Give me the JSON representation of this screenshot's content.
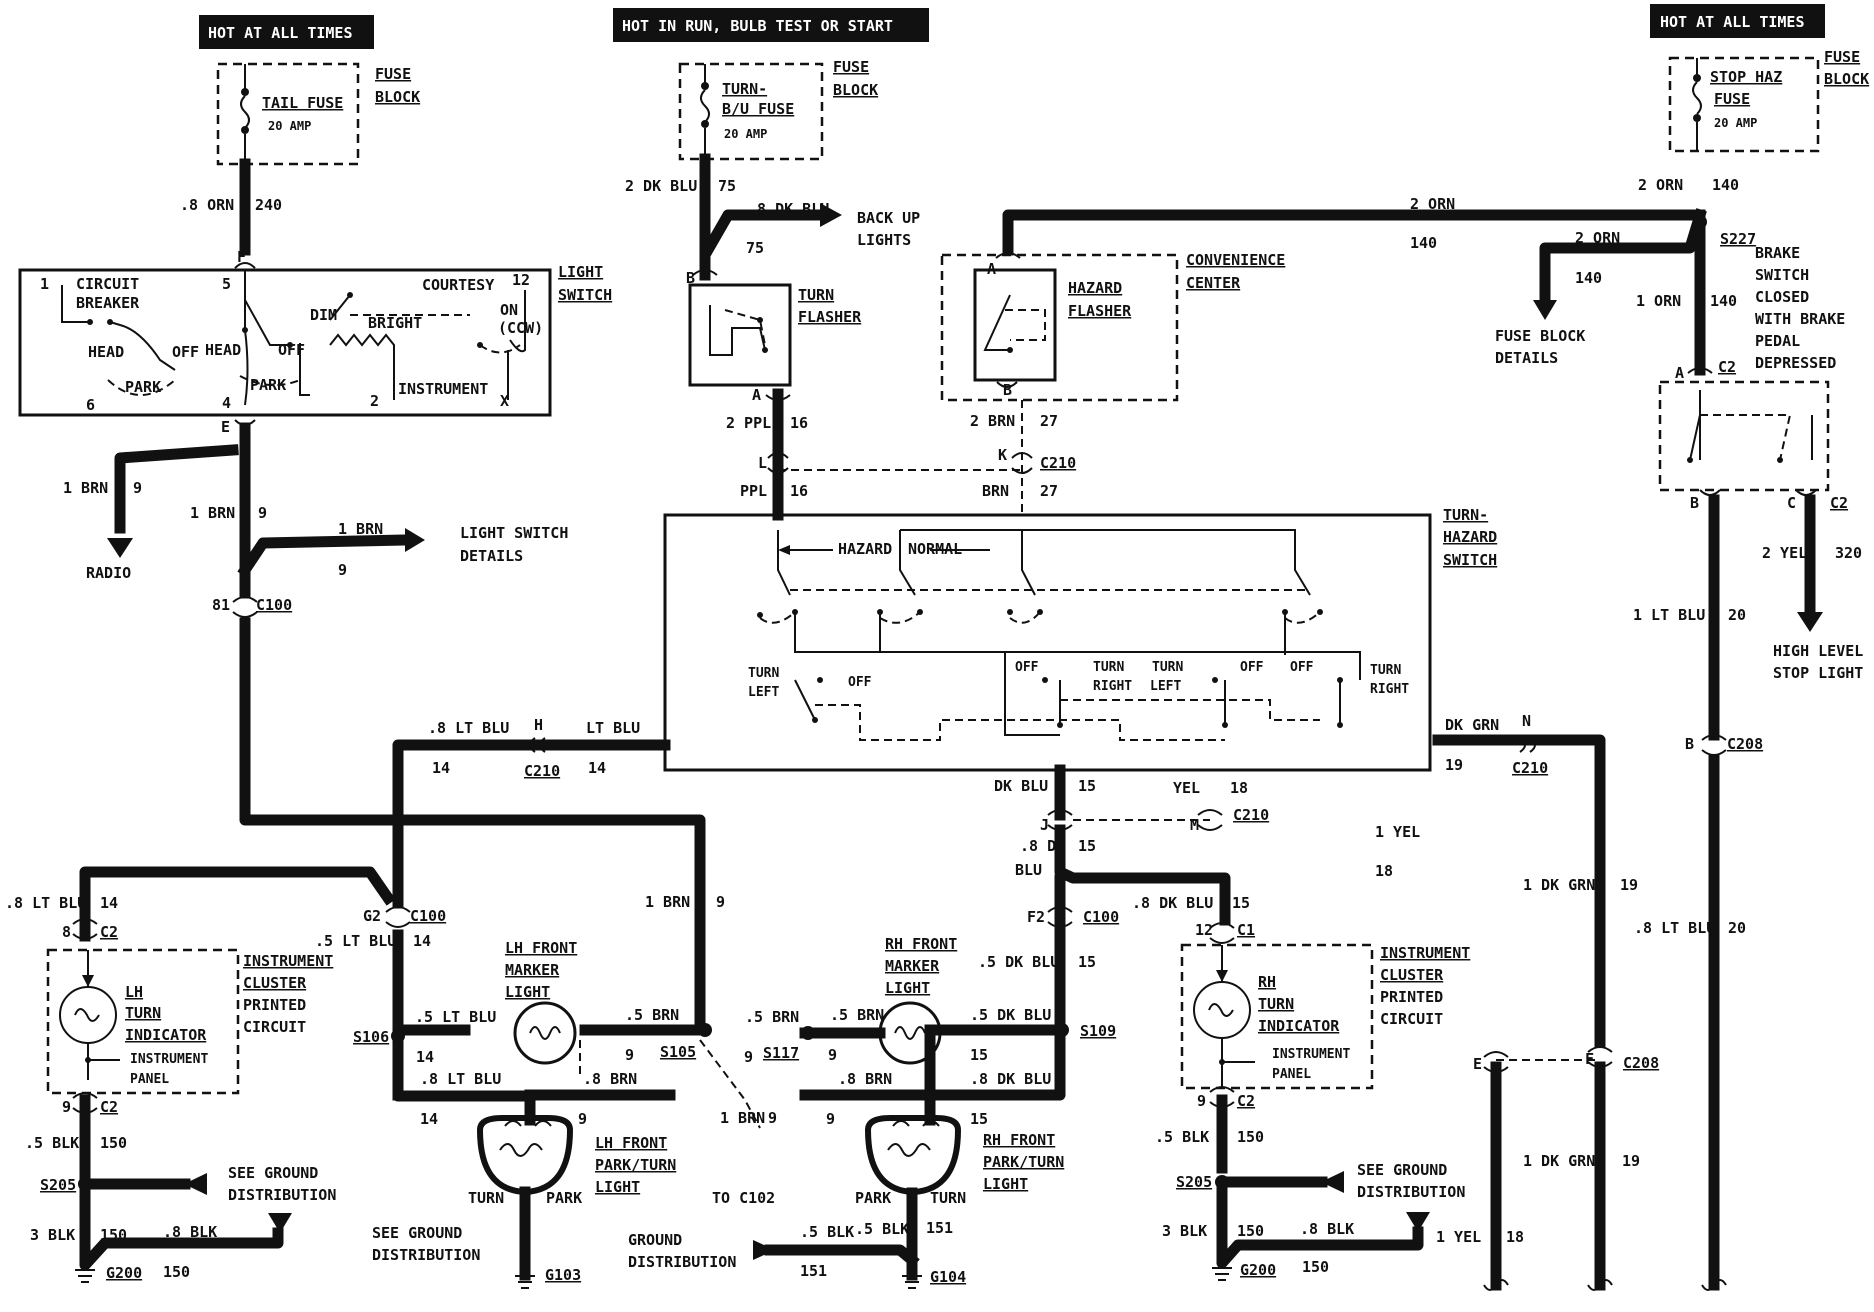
{
  "headers": {
    "hot_left": "HOT AT ALL TIMES",
    "hot_mid": "HOT IN RUN, BULB TEST OR START",
    "hot_right": "HOT AT ALL TIMES"
  },
  "tail_fuse": {
    "label_1": "FUSE",
    "label_2": "BLOCK",
    "name": "TAIL FUSE",
    "rating": "20 AMP"
  },
  "turn_fuse": {
    "label_1": "FUSE",
    "label_2": "BLOCK",
    "name_1": "TURN-",
    "name_2": "B/U FUSE",
    "rating": "20 AMP"
  },
  "stop_fuse": {
    "label_1": "FUSE",
    "label_2": "BLOCK",
    "name_1": "STOP HAZ",
    "name_2": "FUSE",
    "rating": "20 AMP"
  },
  "light_switch": {
    "title_1": "LIGHT",
    "title_2": "SWITCH",
    "circuit": "CIRCUIT",
    "breaker": "BREAKER",
    "head_l": "HEAD",
    "off_l": "OFF",
    "park_l": "PARK",
    "head_m": "HEAD",
    "off_m": "OFF",
    "park_m": "PARK",
    "dim": "DIM",
    "bright": "BRIGHT",
    "courtesy": "COURTESY",
    "on": "ON",
    "ccw": "(CCW)",
    "instrument": "INSTRUMENT",
    "pin_1": "1",
    "pin_5": "5",
    "pin_12": "12",
    "pin_6": "6",
    "pin_4": "4",
    "pin_2": "2",
    "pin_x": "X",
    "conn_f": "F",
    "conn_e": "E"
  },
  "wires": {
    "w240_gauge": ".8 ORN",
    "w240_num": "240",
    "w75_gauge": "2 DK BLU",
    "w75_num": "75",
    "w75b_gauge": ".8 DK BLU",
    "w75b_num": "75",
    "backup_1": "BACK UP",
    "backup_2": "LIGHTS",
    "w140_gauge": "2 ORN",
    "w140_num": "140",
    "w140_top_gauge": "2 ORN",
    "w140_top_num": "140",
    "w140_fb_gauge": "2 ORN",
    "w140_fb_num": "140",
    "fb_details_1": "FUSE BLOCK",
    "fb_details_2": "DETAILS",
    "w140_b_gauge": "1 ORN",
    "w140_b_num": "140",
    "w16_gauge": "2 PPL",
    "w16_num": "16",
    "w16b_gauge": "PPL",
    "w16b_num": "16",
    "w27_gauge": "2 BRN",
    "w27_num": "27",
    "w27b_gauge": "BRN",
    "w27b_num": "27",
    "w9_radio_gauge": "1 BRN",
    "w9_radio_num": "9",
    "radio": "RADIO",
    "w9_main_gauge": "1 BRN",
    "w9_main_num": "9",
    "w9_lsd_gauge": "1 BRN",
    "w9_lsd_num": "9",
    "lsd_1": "LIGHT SWITCH",
    "lsd_2": "DETAILS",
    "c100_81": "81",
    "c100": "C100",
    "w14_gauge": ".8 LT BLU",
    "w14_num": "14",
    "w14b_gauge": "LT BLU",
    "w14b_num": "14",
    "c210_h": "H",
    "c210": "C210",
    "w19_gauge": "DK GRN",
    "w19_num": "19",
    "c210_n": "N",
    "c210b": "C210",
    "w15_gauge": "DK BLU",
    "w15_num": "15",
    "w18_gauge": "YEL",
    "w18_num": "18",
    "c210_j": "J",
    "c210_m": "M",
    "c210c": "C210",
    "w18b_gauge": "1 YEL",
    "w18b_num": "18",
    "w15b_gauge_1": ".8 DK",
    "w15b_gauge_2": "BLU",
    "w15b_num": "15",
    "c100_f2": "F2",
    "c100b": "C100",
    "w15c_gauge": ".8 DK BLU",
    "w15c_num": "15",
    "w15d_gauge": ".5 DK BLU",
    "w15d_num": "15",
    "w9b_gauge": "1 BRN",
    "w9b_num": "9",
    "w14c_gauge": ".8 LT BLU",
    "w14c_num": "14",
    "c100_g2": "G2",
    "c100c": "C100",
    "w14d_gauge": ".5 LT BLU",
    "w14d_num": "14",
    "w20_gauge": "1 LT BLU",
    "w20_num": "20",
    "c208_b": "B",
    "c208": "C208",
    "w320_gauge": "2 YEL",
    "w320_num": "320",
    "hls_1": "HIGH LEVEL",
    "hls_2": "STOP LIGHT",
    "w19b_gauge": "1 DK GRN",
    "w19b_num": "19",
    "w20b_gauge": ".8 LT BLU",
    "w20b_num": "20",
    "c208_e": "E",
    "c208_f": "F",
    "c208b": "C208",
    "w19c_gauge": "1 DK GRN",
    "w19c_num": "19",
    "w18c_gauge": "1 YEL",
    "w18c_num": "18"
  },
  "flasher": {
    "a": "A",
    "b": "B",
    "title_1": "TURN",
    "title_2": "FLASHER"
  },
  "conv_center": {
    "title_1": "CONVENIENCE",
    "title_2": "CENTER",
    "haz_1": "HAZARD",
    "haz_2": "FLASHER",
    "a": "A",
    "b": "B",
    "conn_l": "L",
    "conn_k": "K",
    "c210": "C210"
  },
  "brake_switch": {
    "s227": "S227",
    "t1": "BRAKE",
    "t2": "SWITCH",
    "t3": "CLOSED",
    "t4": "WITH BRAKE",
    "t5": "PEDAL",
    "t6": "DEPRESSED",
    "a": "A",
    "c2": "C2",
    "b": "B",
    "c": "C",
    "c2b": "C2"
  },
  "turn_hazard_switch": {
    "t1": "TURN-",
    "t2": "HAZARD",
    "t3": "SWITCH",
    "hazard": "HAZARD",
    "normal": "NORMAL",
    "turn_left_1": "TURN",
    "turn_left_2": "LEFT",
    "off_1": "OFF",
    "off_2": "OFF",
    "turn_right_1": "TURN",
    "turn_right_2": "RIGHT",
    "turn_left_b1": "TURN",
    "turn_left_b2": "LEFT",
    "off_3": "OFF",
    "off_4": "OFF",
    "turn_right_b1": "TURN",
    "turn_right_b2": "RIGHT"
  },
  "lh_cluster": {
    "conn_8": "8",
    "c2": "C2",
    "w_gauge": ".8 LT BLU",
    "w_num": "14",
    "t1": "INSTRUMENT",
    "t2": "CLUSTER",
    "t3": "PRINTED",
    "t4": "CIRCUIT",
    "ind_1": "LH",
    "ind_2": "TURN",
    "ind_3": "INDICATOR",
    "panel_1": "INSTRUMENT",
    "panel_2": "PANEL",
    "conn_9": "9",
    "c2b": "C2",
    "blk_gauge": ".5 BLK",
    "blk_num": "150",
    "s205": "S205",
    "sgd_1": "SEE GROUND",
    "sgd_2": "DISTRIBUTION",
    "blk3_gauge": "3 BLK",
    "blk3_num": "150",
    "blk8_gauge": ".8 BLK",
    "blk8_num": "150",
    "g200": "G200"
  },
  "rh_cluster": {
    "conn_12": "12",
    "c1": "C1",
    "t1": "INSTRUMENT",
    "t2": "CLUSTER",
    "t3": "PRINTED",
    "t4": "CIRCUIT",
    "ind_1": "RH",
    "ind_2": "TURN",
    "ind_3": "INDICATOR",
    "panel_1": "INSTRUMENT",
    "panel_2": "PANEL",
    "conn_9": "9",
    "c2": "C2",
    "blk_gauge": ".5 BLK",
    "blk_num": "150",
    "s205": "S205",
    "sgd_1": "SEE GROUND",
    "sgd_2": "DISTRIBUTION",
    "blk3_gauge": "3 BLK",
    "blk3_num": "150",
    "blk8_gauge": ".8 BLK",
    "blk8_num": "150",
    "g200": "G200"
  },
  "lh_front": {
    "s106": "S106",
    "w_gauge": ".5 LT BLU",
    "w_num": "14",
    "marker_1": "LH FRONT",
    "marker_2": "MARKER",
    "marker_3": "LIGHT",
    "brn_gauge": ".5 BRN",
    "brn_num": "9",
    "s105": "S105",
    "lb_gauge": ".8 LT BLU",
    "lb_num": "14",
    "brn8_gauge": ".8 BRN",
    "brn8_num": "9",
    "park_1": "LH FRONT",
    "park_2": "PARK/TURN",
    "park_3": "LIGHT",
    "turn": "TURN",
    "park": "PARK",
    "sgd_1": "SEE GROUND",
    "sgd_2": "DISTRIBUTION",
    "g103": "G103"
  },
  "center": {
    "brn5_gauge": ".5 BRN",
    "brn5_num": "9",
    "s117": "S117",
    "brn1_gauge": "1 BRN",
    "brn1_num": "9",
    "to_c102": "TO C102",
    "gd_1": "GROUND",
    "gd_2": "DISTRIBUTION",
    "blk_a": ".5 BLK",
    "blk_b": ".5 BLK",
    "blk_num_a": "151",
    "blk_num_b": "151",
    "g104": "G104"
  },
  "rh_front": {
    "brn_gauge": ".5 BRN",
    "brn_num": "9",
    "marker_1": "RH FRONT",
    "marker_2": "MARKER",
    "marker_3": "LIGHT",
    "db_gauge": ".5 DK BLU",
    "db_num": "15",
    "s109": "S109",
    "brn8_gauge": ".8 BRN",
    "brn8_num": "9",
    "db8_gauge": ".8 DK BLU",
    "db8_num": "15",
    "park_1": "RH FRONT",
    "park_2": "PARK/TURN",
    "park_3": "LIGHT",
    "park": "PARK",
    "turn": "TURN"
  }
}
